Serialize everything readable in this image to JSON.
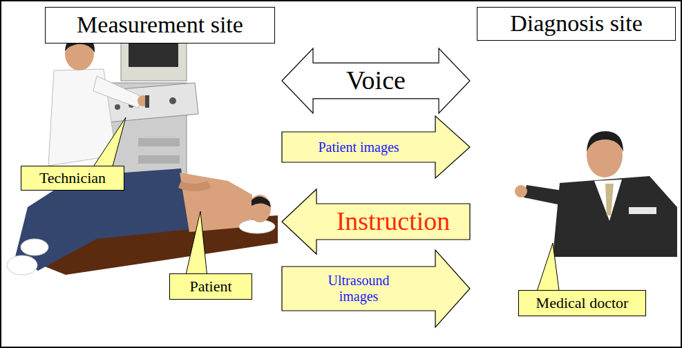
{
  "diagram": {
    "nodes": [
      {
        "text": [
          "Measurement site"
        ]
      },
      {
        "text": [
          "Diagnosis site"
        ]
      },
      {
        "text": [
          "Technician"
        ]
      },
      {
        "text": [
          "Patient"
        ]
      },
      {
        "text": [
          "Medical doctor"
        ]
      }
    ],
    "edges": [
      {
        "from": 0,
        "to": 1,
        "arrow": "both",
        "label": "Voice"
      },
      {
        "from": 0,
        "to": 1,
        "arrow": "to",
        "label": "Patient images"
      },
      {
        "from": 1,
        "to": 0,
        "arrow": "to",
        "label": "Instruction"
      },
      {
        "from": 0,
        "to": 1,
        "arrow": "to",
        "label": "Ultrasound images"
      }
    ]
  }
}
